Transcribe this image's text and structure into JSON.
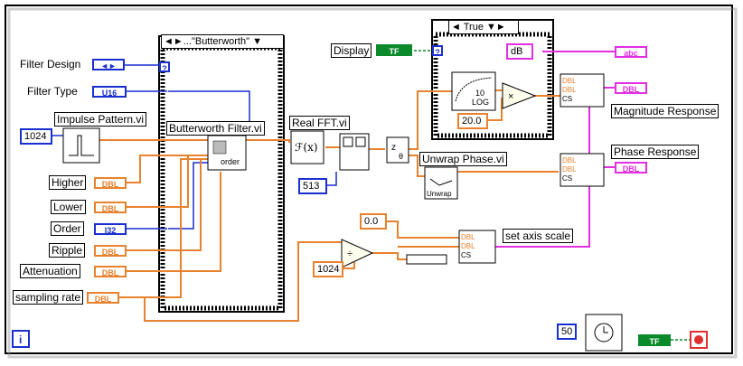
{
  "controls": {
    "filter_design": {
      "label": "Filter Design",
      "type": "◄►"
    },
    "filter_type": {
      "label": "Filter Type",
      "type": "U16"
    },
    "impulse_const": "1024",
    "higher": {
      "label": "Higher",
      "type": "DBL"
    },
    "lower": {
      "label": "Lower",
      "type": "DBL"
    },
    "order": {
      "label": "Order",
      "type": "I32"
    },
    "ripple": {
      "label": "Ripple",
      "type": "DBL"
    },
    "attenuation": {
      "label": "Attenuation",
      "type": "DBL"
    },
    "sampling_rate": {
      "label": "sampling rate",
      "type": "DBL"
    },
    "display": {
      "label": "Display",
      "type": "TF"
    }
  },
  "case_structure_1": {
    "selector": "...\"Butterworth\""
  },
  "case_structure_2": {
    "selector": "True"
  },
  "nodes": {
    "impulse_pattern": "Impulse Pattern.vi",
    "butterworth": "Butterworth Filter.vi",
    "butterworth_icon_text": "order",
    "real_fft": "Real FFT.vi",
    "fft_icon": "ℱ(x)",
    "unwrap_phase": "Unwrap Phase.vi",
    "unwrap_icon": "Unwrap",
    "set_axis_scale": "set axis scale",
    "log_icon_top": "10",
    "log_icon_bottom": "LOG"
  },
  "constants": {
    "fft_len": "513",
    "db_20": "20.0",
    "db_unit": "dB",
    "zero": "0.0",
    "divisor": "1024",
    "wait_ms": "50"
  },
  "indicators": {
    "magnitude": {
      "label": "Magnitude Response",
      "type": "DBL"
    },
    "phase": {
      "label": "Phase Response",
      "type": "DBL"
    },
    "unit_text": "abc"
  },
  "bundle_types": [
    "DBL",
    "DBL",
    "CS"
  ],
  "stop": {
    "type": "TF"
  },
  "question_mark": "?",
  "info_icon": "i"
}
